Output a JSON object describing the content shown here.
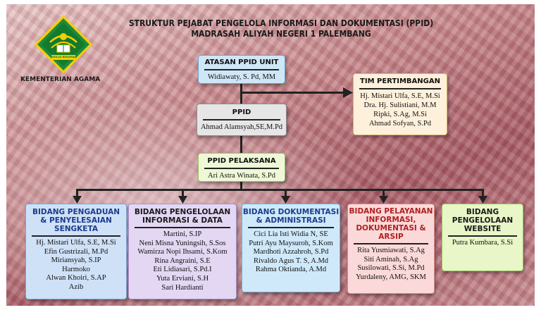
{
  "header": {
    "title_line1": "STRUKTUR PEJABAT PENGELOLA INFORMASI DAN DOKUMENTASI (PPID)",
    "title_line2": "MADRASAH ALIYAH NEGERI 1 PALEMBANG",
    "logo_caption": "KEMENTERIAN AGAMA",
    "logo_motto": "IKHLAS BERAMAL"
  },
  "atasan": {
    "title": "ATASAN PPID UNIT",
    "name": "Widiawaty, S. Pd, MM"
  },
  "ppid": {
    "title": "PPID",
    "name": "Ahmad Alamsyah,SE,M.Pd"
  },
  "pelaksana": {
    "title": "PPID PELAKSANA",
    "name": "Ari Astra Winata, S.Pd"
  },
  "tim": {
    "title": "TIM PERTIMBANGAN",
    "members": [
      "Hj. Mistari Ulfa, S.E, M.Si",
      "Dra. Hj. Sulistiani, M.M",
      "Ripki, S.Ag, M.Si",
      "Ahmad Sofyan, S.Pd"
    ]
  },
  "bidang": [
    {
      "title": [
        "BIDANG PENGADUAN",
        "& PENYELESAIAN",
        "SENGKETA"
      ],
      "members": [
        "Hj. Mistari Ulfa, S.E, M.Si",
        "Efin Gustrizali, M.Pd",
        "Miriansyah, S.IP",
        "Harmoko",
        "Alwan Khoiri, S.AP",
        "Azib"
      ]
    },
    {
      "title": [
        "BIDANG PENGELOLAAN",
        "INFORMASI & DATA"
      ],
      "members": [
        "Martini, S.IP",
        "Neni Misna Yuningsih, S.Sos",
        "Wamirza Nopi Ihsami, S.Kom",
        "Rina Angraini, S.E",
        "Eti Lidiasari, S.Pd.I",
        "Yuta Erviani, S.H",
        "Sari Hardianti"
      ]
    },
    {
      "title": [
        "BIDANG DOKUMENTASI",
        "& ADMINISTRASI"
      ],
      "members": [
        "Cici Lia Isti Widia N, SE",
        "Putri Ayu Maysuroh, S.Kom",
        "Mardhoti Azzahroh, S.Pd",
        "Rivaldo Agus T. S, A.Md",
        "Rahma Oktianda, A.Md"
      ]
    },
    {
      "title": [
        "BIDANG PELAYANAN",
        "INFORMASI,",
        "DOKUMENTASI &",
        "ARSIP"
      ],
      "members": [
        "Rita Yusmiawati, S.Ag",
        "Siti Aminah, S.Ag",
        "Susilowati, S.Si, M.Pd",
        "Yurdaleny, AMG, SKM"
      ]
    },
    {
      "title": [
        "BIDANG",
        "PENGELOLAAN",
        "WEBSITE"
      ],
      "members": [
        "Putra Kumbara, S.Si"
      ]
    }
  ],
  "colors": {
    "atasan": "#cfe6f7",
    "ppid": "#e6e6e6",
    "pelaksana": "#eef8d7",
    "tim": "#fff0dc",
    "bidang": [
      "#cfe1f7",
      "#e3d7f3",
      "#cfe9fa",
      "#fbd9d9",
      "#e9f6c8"
    ],
    "bidang_head": [
      "#1d3c8c",
      "#222222",
      "#1d3c8c",
      "#b02020",
      "#222222"
    ]
  }
}
